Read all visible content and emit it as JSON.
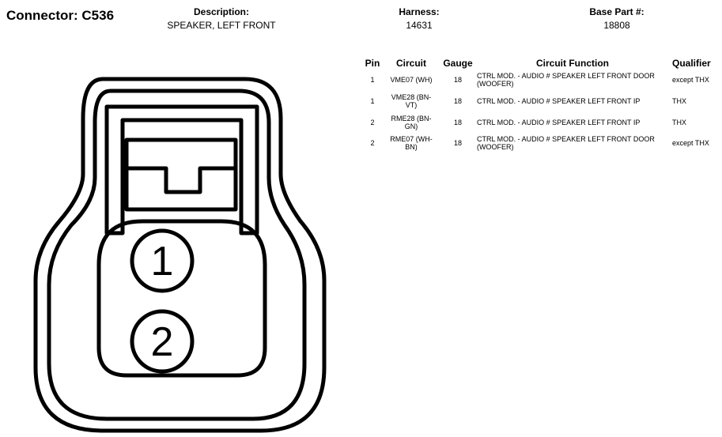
{
  "title": "Connector: C536",
  "description": {
    "label": "Description:",
    "value": "SPEAKER, LEFT FRONT"
  },
  "harness": {
    "label": "Harness:",
    "value": "14631"
  },
  "base_part": {
    "label": "Base Part #:",
    "value": "18808"
  },
  "table": {
    "headers": {
      "pin": "Pin",
      "circuit": "Circuit",
      "gauge": "Gauge",
      "function": "Circuit Function",
      "qualifier": "Qualifier"
    },
    "rows": [
      {
        "pin": "1",
        "circuit": "VME07 (WH)",
        "gauge": "18",
        "function": "CTRL MOD. - AUDIO # SPEAKER LEFT FRONT DOOR (WOOFER)",
        "qualifier": "except THX"
      },
      {
        "pin": "1",
        "circuit": "VME28 (BN-VT)",
        "gauge": "18",
        "function": "CTRL MOD. - AUDIO # SPEAKER LEFT FRONT IP",
        "qualifier": "THX"
      },
      {
        "pin": "2",
        "circuit": "RME28 (BN-GN)",
        "gauge": "18",
        "function": "CTRL MOD. - AUDIO # SPEAKER LEFT FRONT IP",
        "qualifier": "THX"
      },
      {
        "pin": "2",
        "circuit": "RME07 (WH-BN)",
        "gauge": "18",
        "function": "CTRL MOD. - AUDIO # SPEAKER LEFT FRONT DOOR (WOOFER)",
        "qualifier": "except THX"
      }
    ]
  },
  "connector": {
    "pins": [
      {
        "label": "1"
      },
      {
        "label": "2"
      }
    ]
  }
}
